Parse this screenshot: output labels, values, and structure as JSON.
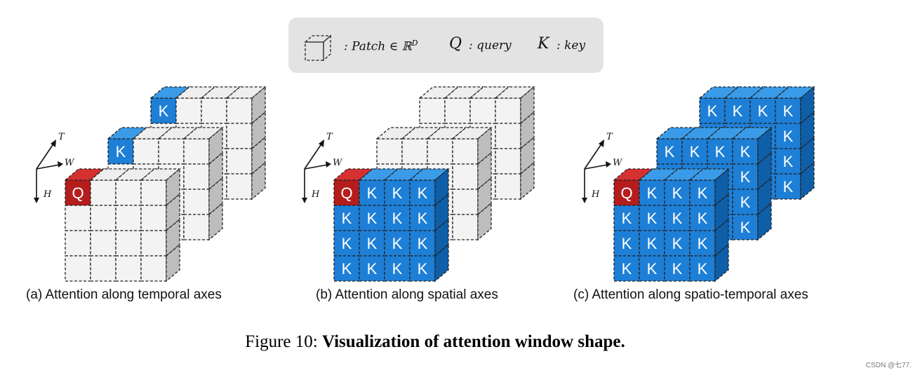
{
  "legend": {
    "patch_label": ": Patch ∈ ℝ",
    "patch_superscript": "D",
    "query_symbol": "Q",
    "query_label": ": query",
    "key_symbol": "K",
    "key_label": ": key"
  },
  "axes": {
    "t": "T",
    "w": "W",
    "h": "H"
  },
  "cell_labels": {
    "query": "Q",
    "key": "K"
  },
  "panels": [
    {
      "id": "a",
      "caption": "(a) Attention along temporal axes"
    },
    {
      "id": "b",
      "caption": "(b) Attention along spatial axes"
    },
    {
      "id": "c",
      "caption": "(c) Attention along spatio-temporal axes"
    }
  ],
  "figure_caption": {
    "prefix": "Figure 10:",
    "title": "Visualization of attention window shape."
  },
  "watermark": "CSDN @七77.",
  "colors": {
    "query_front": "#b51d1d",
    "query_top": "#d63131",
    "key_front": "#1e7fd6",
    "key_top": "#3a9be8",
    "key_side": "#0f5fa8",
    "empty_front": "#f3f3f3",
    "empty_top": "#eeeeee",
    "empty_side": "#bdbdbd",
    "legend_bg": "#e3e3e3"
  }
}
